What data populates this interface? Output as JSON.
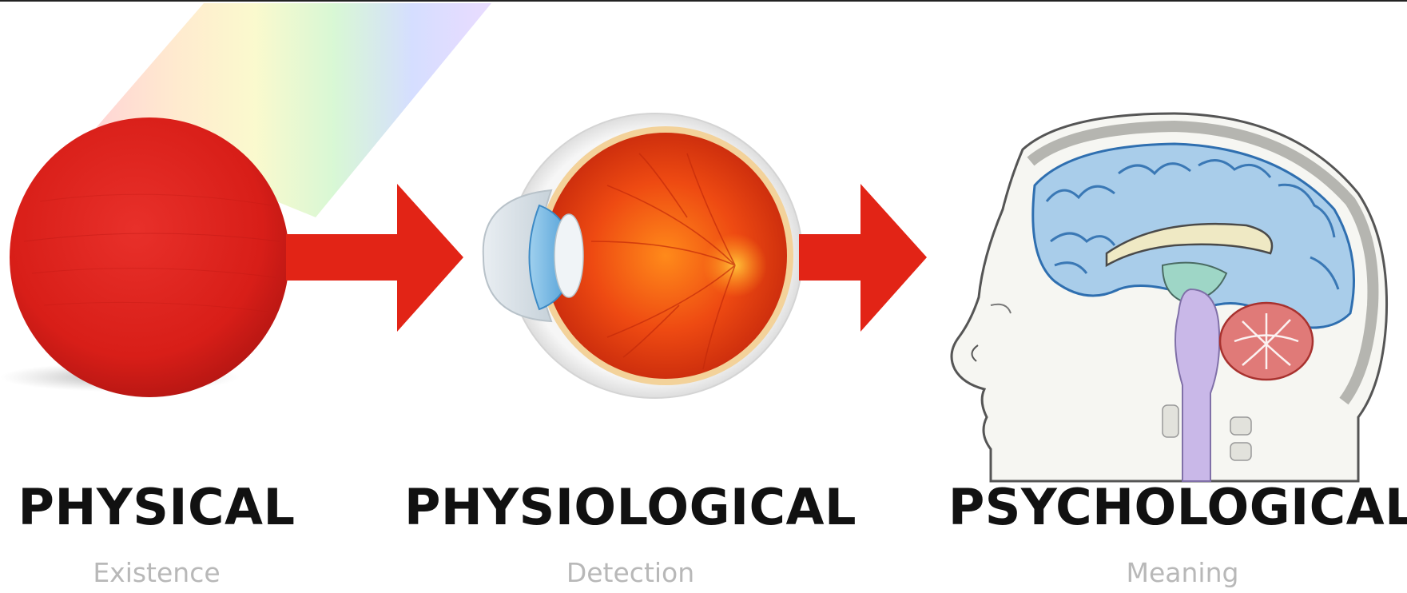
{
  "stages": [
    {
      "title": "PHYSICAL",
      "subtitle": "Existence",
      "icon": "red-ball-icon"
    },
    {
      "title": "PHYSIOLOGICAL",
      "subtitle": "Detection",
      "icon": "eye-icon"
    },
    {
      "title": "PSYCHOLOGICAL",
      "subtitle": "Meaning",
      "icon": "brain-head-icon"
    }
  ],
  "colors": {
    "arrow": "#e22416",
    "ball": "#dd1f1a",
    "text": "#111111",
    "subtext": "#b8b8b8"
  }
}
